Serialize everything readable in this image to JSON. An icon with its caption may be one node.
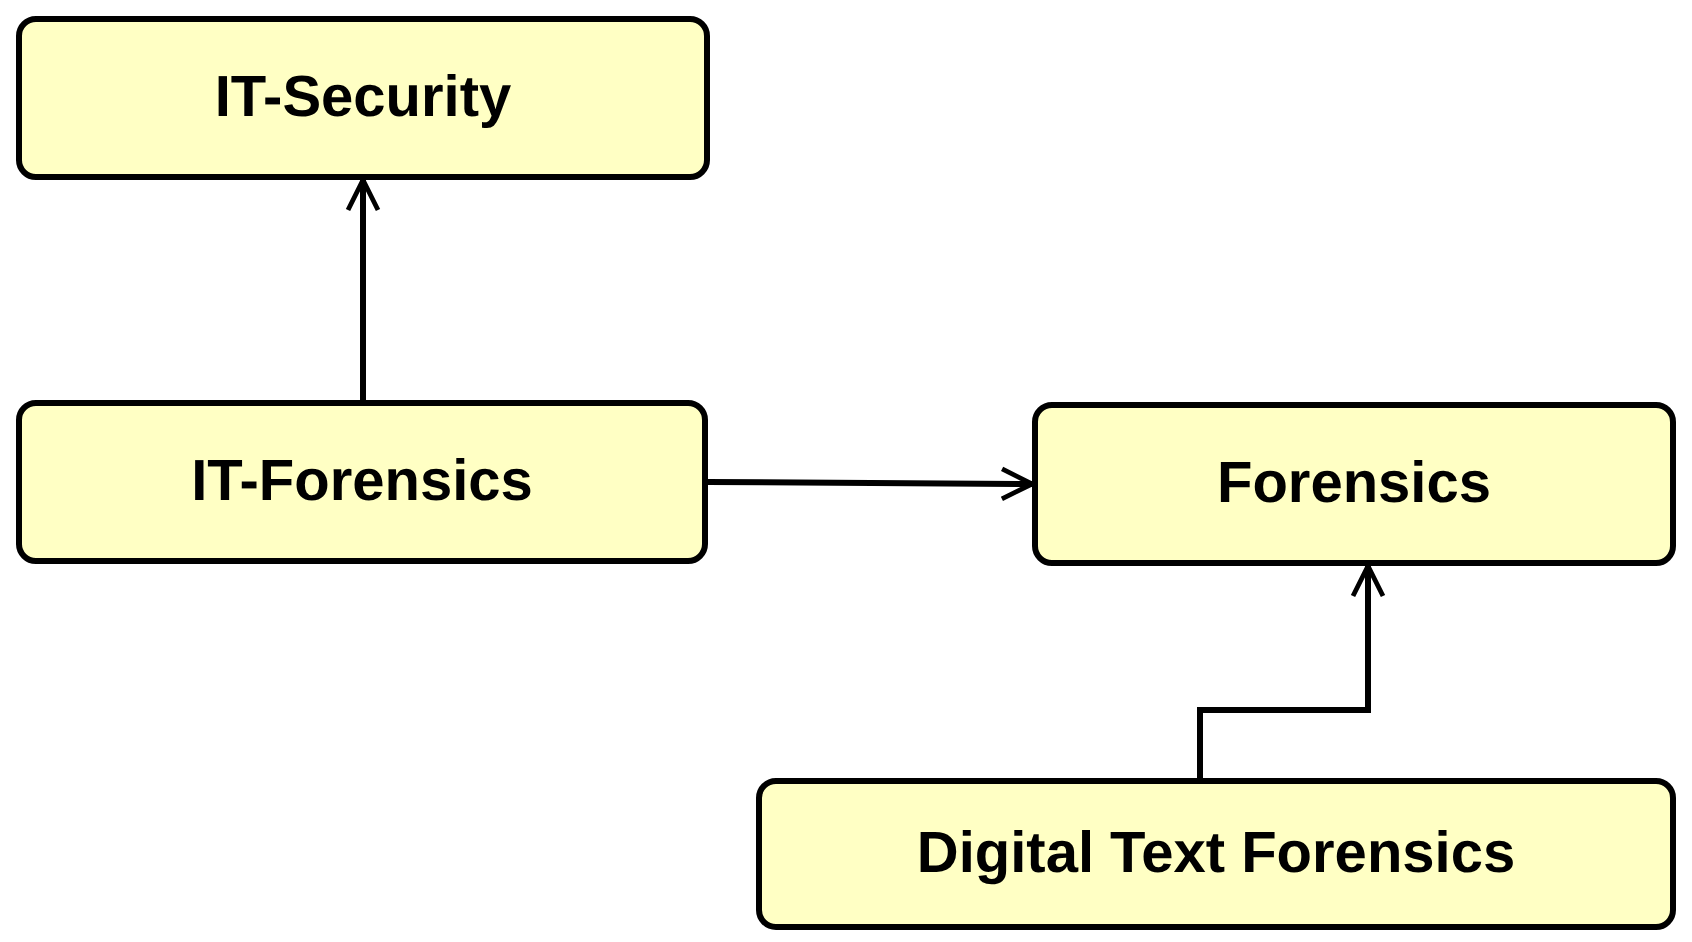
{
  "diagram": {
    "nodes": [
      {
        "text": [
          "IT-Security"
        ]
      },
      {
        "text": [
          "IT-Forensics"
        ]
      },
      {
        "text": [
          "Forensics"
        ]
      },
      {
        "text": [
          "Digital Text Forensics"
        ]
      }
    ],
    "edges": [
      {
        "from": 1,
        "to": 0,
        "arrow": "to"
      },
      {
        "from": 1,
        "to": 2,
        "arrow": "to"
      },
      {
        "from": 3,
        "to": 2,
        "arrow": "to"
      }
    ]
  }
}
